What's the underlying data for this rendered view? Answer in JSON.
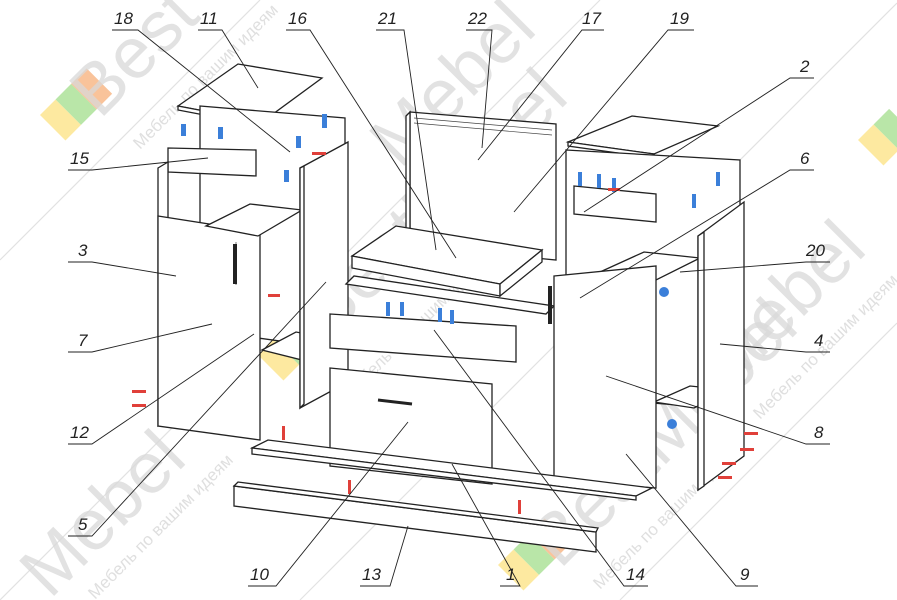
{
  "watermark": {
    "brand": "BestMebel",
    "brand_left": "Best",
    "brand_right": "Mebel",
    "tagline": "Мебель по вашим идеям",
    "colors": {
      "yellow": "#fde9a0",
      "green": "#b9e6a8",
      "orange": "#f9c39a"
    }
  },
  "part_labels": {
    "p18": "18",
    "p11": "11",
    "p16": "16",
    "p21": "21",
    "p22": "22",
    "p17": "17",
    "p19": "19",
    "p2": "2",
    "p6": "6",
    "p15": "15",
    "p3": "3",
    "p20": "20",
    "p7": "7",
    "p4": "4",
    "p12": "12",
    "p8": "8",
    "p5": "5",
    "p10": "10",
    "p13": "13",
    "p1": "1",
    "p14": "14",
    "p9": "9"
  },
  "colors": {
    "line": "#222222",
    "dowel_blue": "#3b7fd9",
    "screw_red": "#e0403a"
  }
}
